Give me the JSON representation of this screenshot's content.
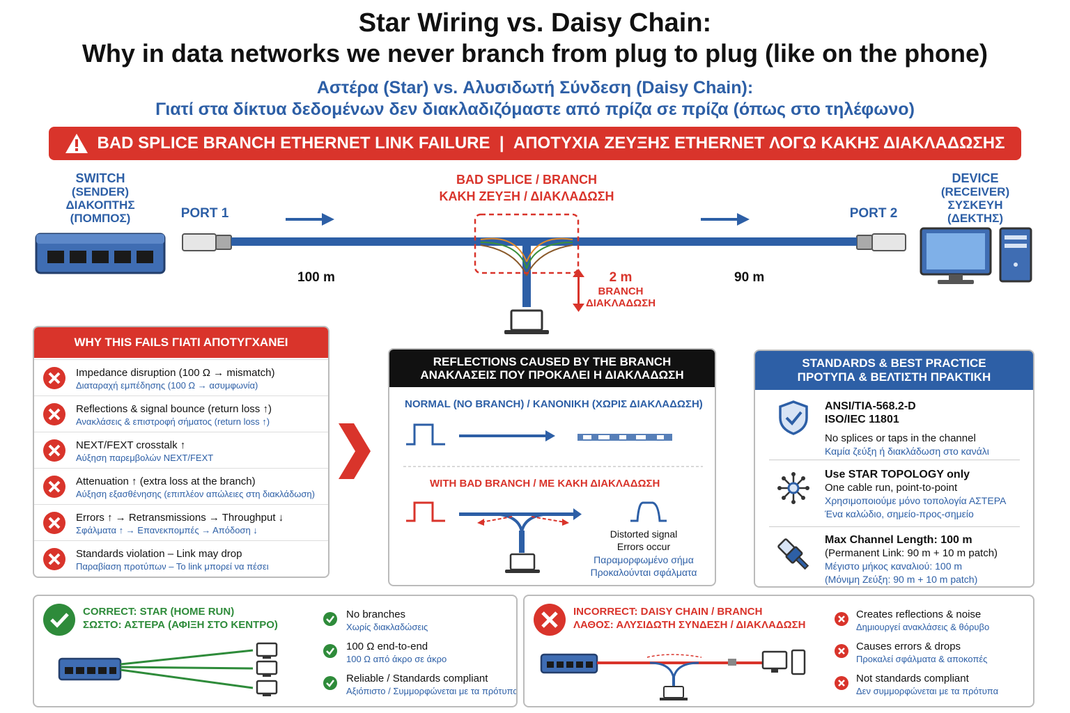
{
  "title": {
    "line1": "Star Wiring vs. Daisy Chain:",
    "line2": "Why in data networks we never branch from plug to plug (like on the phone)",
    "greek1": "Αστέρα (Star) vs. Αλυσιδωτή Σύνδεση (Daisy Chain):",
    "greek2": "Γιατί στα δίκτυα δεδομένων δεν διακλαδιζόμαστε από πρίζα σε πρίζα (όπως στο τηλέφωνο)"
  },
  "banner": {
    "text": "BAD SPLICE BRANCH ETHERNET LINK FAILURE  |  ΑΠΟΤΥΧΙΑ ΖΕΥΞΗΣ ETHERNET ΛΟΓΩ ΚΑΚΗΣ ΔΙΑΚΛΑΔΩΣΗΣ",
    "icon": "warning-triangle-icon",
    "color": "#d9342b"
  },
  "diagram": {
    "switch": {
      "l1": "SWITCH",
      "l2": "(SENDER)",
      "l3": "ΔΙΑΚΟΠΤΗΣ",
      "l4": "(ΠΟΜΠΟΣ)"
    },
    "device": {
      "l1": "DEVICE",
      "l2": "(RECEIVER)",
      "l3": "ΣΥΣΚΕΥΗ",
      "l4": "(ΔΕΚΤΗΣ)"
    },
    "port1": "PORT 1",
    "port2": "PORT 2",
    "splice": {
      "l1": "BAD SPLICE / BRANCH",
      "l2": "ΚΑΚΗ ΖΕΥΞΗ / ΔΙΑΚΛΑΔΩΣΗ"
    },
    "dist_left": "100 m",
    "dist_right": "90 m",
    "branch": {
      "len": "2 m",
      "l1": "BRANCH",
      "l2": "ΔΙΑΚΛΑΔΩΣΗ"
    }
  },
  "why_fails": {
    "header": "WHY THIS FAILS  ΓΙΑΤΙ ΑΠΟΤΥΓΧΑΝΕΙ",
    "items": [
      {
        "en": "Impedance disruption (100 Ω → mismatch)",
        "gr": "Διαταραχή εμπέδησης (100 Ω → ασυμφωνία)"
      },
      {
        "en": "Reflections & signal bounce (return loss ↑)",
        "gr": "Ανακλάσεις & επιστροφή σήματος (return loss ↑)"
      },
      {
        "en": "NEXT/FEXT crosstalk ↑",
        "gr": "Αύξηση παρεμβολών NEXT/FEXT"
      },
      {
        "en": "Attenuation ↑ (extra loss at the branch)",
        "gr": "Αύξηση εξασθένησης (επιπλέον απώλειες στη διακλάδωση)"
      },
      {
        "en": "Errors ↑ → Retransmissions → Throughput ↓",
        "gr": "Σφάλματα ↑ → Επανεκπομπές → Απόδοση ↓"
      },
      {
        "en": "Standards violation – Link may drop",
        "gr": "Παραβίαση προτύπων – Το link μπορεί να πέσει"
      }
    ]
  },
  "reflections": {
    "header1": "REFLECTIONS CAUSED BY THE BRANCH",
    "header2": "ΑΝΑΚΛΑΣΕΙΣ ΠΟΥ ΠΡΟΚΑΛΕΙ Η ΔΙΑΚΛΑΔΩΣΗ",
    "normal_title": "NORMAL (NO BRANCH) / ΚΑΝΟΝΙΚΗ (ΧΩΡΙΣ ΔΙΑΚΛΑΔΩΣΗ)",
    "bad_title": "WITH BAD BRANCH / ΜΕ ΚΑΚΗ ΔΙΑΚΛΑΔΩΣΗ",
    "distorted_en1": "Distorted signal",
    "distorted_en2": "Errors occur",
    "distorted_gr1": "Παραμορφωμένο σήμα",
    "distorted_gr2": "Προκαλούνται σφάλματα"
  },
  "standards": {
    "header1": "STANDARDS & BEST PRACTICE",
    "header2": "ΠΡΟΤΥΠΑ & ΒΕΛΤΙΣΤΗ ΠΡΑΚΤΙΚΗ",
    "s1": {
      "t1": "ANSI/TIA-568.2-D",
      "t2": "ISO/IEC 11801",
      "en": "No splices or taps in the channel",
      "gr": "Καμία ζεύξη ή διακλάδωση στο κανάλι",
      "icon": "shield-check-icon"
    },
    "s2": {
      "t1": "Use STAR TOPOLOGY only",
      "en": "One cable run, point-to-point",
      "gr1": "Χρησιμοποιούμε μόνο τοπολογία ΑΣΤΕΡΑ",
      "gr2": "Ένα καλώδιο, σημείο-προς-σημείο",
      "icon": "star-topology-icon"
    },
    "s3": {
      "t1": "Max Channel Length: 100 m",
      "en": "(Permanent Link: 90 m + 10 m patch)",
      "gr1": "Μέγιστο μήκος καναλιού: 100 m",
      "gr2": "(Μόνιμη Ζεύξη: 90 m + 10 m patch)",
      "icon": "cable-plug-icon"
    }
  },
  "correct": {
    "title1": "CORRECT: STAR (HOME RUN)",
    "title2": "ΣΩΣΤΟ: ΑΣΤΕΡΑ (ΑΦΙΞΗ ΣΤΟ ΚΕΝΤΡΟ)",
    "items": [
      {
        "en": "No branches",
        "gr": "Χωρίς διακλαδώσεις"
      },
      {
        "en": "100 Ω end-to-end",
        "gr": "100 Ω από άκρο σε άκρο"
      },
      {
        "en": "Reliable / Standards compliant",
        "gr": "Αξιόπιστο / Συμμορφώνεται με τα πρότυπα"
      }
    ],
    "color": "#2e8b3a"
  },
  "incorrect": {
    "title1": "INCORRECT: DAISY CHAIN / BRANCH",
    "title2": "ΛΑΘΟΣ: ΑΛΥΣΙΔΩΤΗ ΣΥΝΔΕΣΗ / ΔΙΑΚΛΑΔΩΣΗ",
    "items": [
      {
        "en": "Creates reflections & noise",
        "gr": "Δημιουργεί ανακλάσεις & θόρυβο"
      },
      {
        "en": "Causes errors & drops",
        "gr": "Προκαλεί σφάλματα & αποκοπές"
      },
      {
        "en": "Not standards compliant",
        "gr": "Δεν συμμορφώνεται με τα πρότυπα"
      }
    ],
    "color": "#d9342b"
  }
}
